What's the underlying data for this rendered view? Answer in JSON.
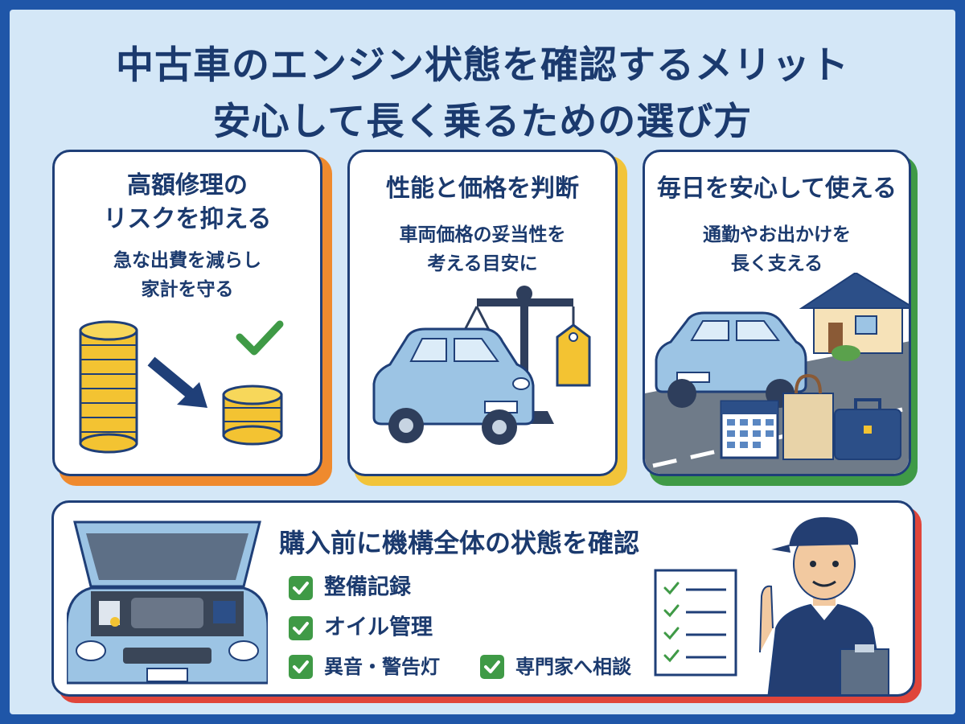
{
  "title": {
    "line1": "中古車のエンジン状態を確認するメリット",
    "line2": "安心して長く乗るための選び方"
  },
  "cards": [
    {
      "title_l1": "高額修理の",
      "title_l2": "リスクを抑える",
      "sub_l1": "急な出費を減らし",
      "sub_l2": "家計を守る",
      "accent": "#ef8a2e"
    },
    {
      "title_l1": "性能と価格を判断",
      "title_l2": "",
      "sub_l1": "車両価格の妥当性を",
      "sub_l2": "考える目安に",
      "accent": "#f2c43a"
    },
    {
      "title_l1": "毎日を安心して使える",
      "title_l2": "",
      "sub_l1": "通勤やお出かけを",
      "sub_l2": "長く支える",
      "accent": "#3f9a46"
    }
  ],
  "bottom": {
    "title": "購入前に機構全体の状態を確認",
    "checks": [
      "整備記録",
      "オイル管理",
      "異音・警告灯",
      "専門家へ相談"
    ],
    "accent": "#e0453a"
  },
  "colors": {
    "navy": "#1b3a6e",
    "check_green": "#3f9a46",
    "background": "#d4e7f7",
    "border": "#1f56a8"
  }
}
